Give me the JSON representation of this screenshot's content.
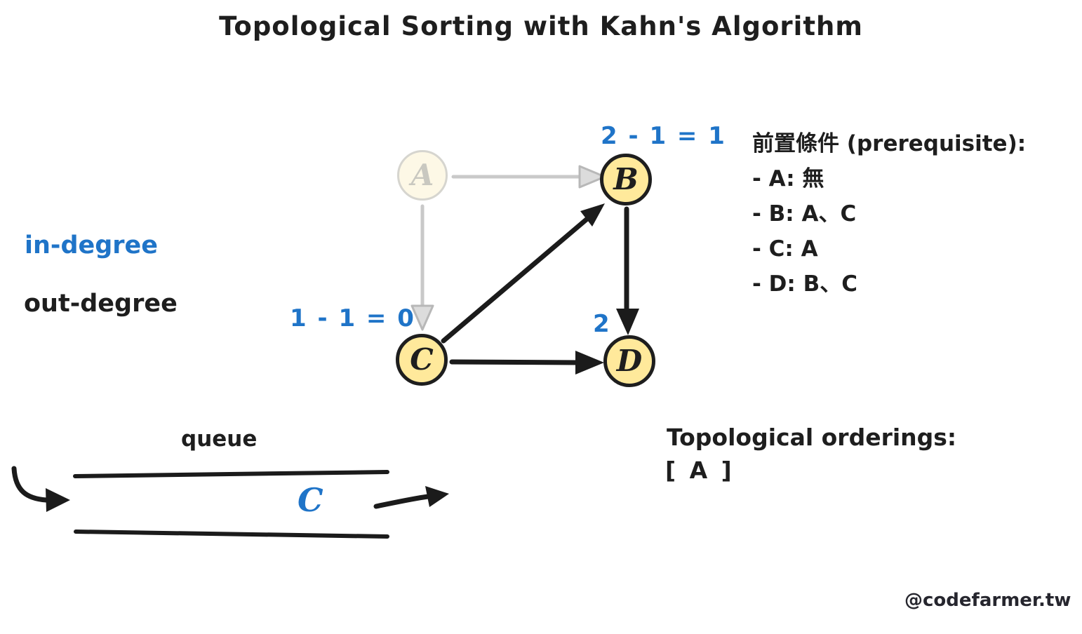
{
  "title": "Topological Sorting with Kahn's Algorithm",
  "colors": {
    "ink": "#1e1e1e",
    "accent_blue": "#1f74c8",
    "node_fill": "#ffe99b",
    "node_faded_fill": "#fdf8e6",
    "node_faded_stroke": "#d6d5cf",
    "edge_gray": "#c9c9c9"
  },
  "legend": {
    "in_degree": "in-degree",
    "out_degree": "out-degree"
  },
  "graph": {
    "nodes": [
      {
        "id": "A",
        "label": "A",
        "state": "dequeued-faded"
      },
      {
        "id": "B",
        "label": "B",
        "state": "normal"
      },
      {
        "id": "C",
        "label": "C",
        "state": "normal"
      },
      {
        "id": "D",
        "label": "D",
        "state": "normal"
      }
    ],
    "edges": [
      {
        "from": "A",
        "to": "B",
        "style": "faded"
      },
      {
        "from": "A",
        "to": "C",
        "style": "faded"
      },
      {
        "from": "C",
        "to": "B",
        "style": "solid"
      },
      {
        "from": "B",
        "to": "D",
        "style": "solid"
      },
      {
        "from": "C",
        "to": "D",
        "style": "solid"
      }
    ],
    "indegree_labels": {
      "B": "2 - 1 = 1",
      "C": "1 - 1 = 0",
      "D": "2"
    }
  },
  "prerequisites": {
    "heading": "前置條件 (prerequisite):",
    "items": [
      "- A: 無",
      "- B: A、C",
      "- C: A",
      "- D: B、C"
    ]
  },
  "queue": {
    "label": "queue",
    "items": [
      "C"
    ]
  },
  "orderings": {
    "heading": "Topological orderings:",
    "value": "[ A ]"
  },
  "watermark": "@codefarmer.tw"
}
